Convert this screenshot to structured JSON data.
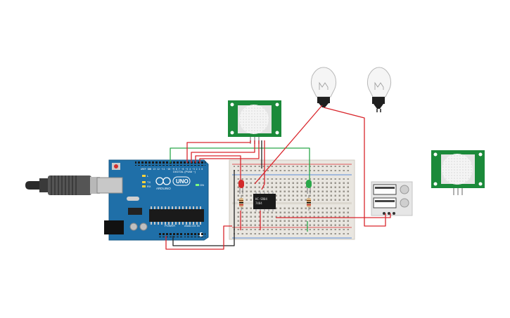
{
  "arduino": {
    "brand_text": "ARDUINO",
    "model_text": "UNO",
    "digital_label": "DIGITAL (PWM ~)",
    "power_label": "POWER",
    "analog_label": "ANALOG IN",
    "tx_label": "TX",
    "rx_label": "RX",
    "l_label": "L",
    "on_label": "ON"
  },
  "ic_chip": {
    "line1": "HC-SR04",
    "line2": "7404"
  },
  "colors": {
    "board_blue": "#1f6fa8",
    "breadboard": "#e9e6e0",
    "pir_green": "#1b8a3a",
    "wire_red": "#d9262c",
    "wire_green": "#2aa84a",
    "wire_black": "#222222",
    "bulb_glass": "#f5f5f5",
    "relay_body": "#e6e6e6"
  },
  "icons": [
    "usb-cable-icon",
    "lightbulb-icon",
    "pir-sensor-icon",
    "led-icon",
    "resistor-icon",
    "relay-icon"
  ]
}
